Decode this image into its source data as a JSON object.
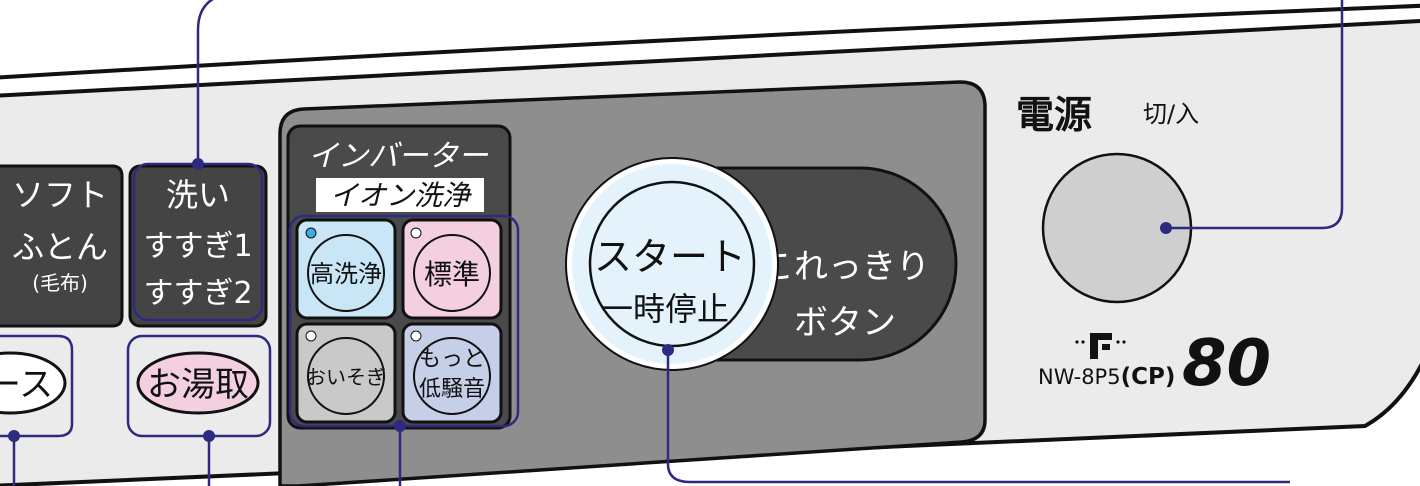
{
  "panel": {
    "soft_futon": {
      "line1": "ソフト",
      "line2": "ふとん",
      "line3": "(毛布)"
    },
    "wash_rinse": {
      "line1": "洗い",
      "line2": "すすぎ1",
      "line3": "すすぎ2"
    },
    "course_button_label": "ース",
    "bath_water_button_label": "お湯取"
  },
  "inverter_box": {
    "title": "インバーター",
    "subtitle": "イオン洗浄",
    "buttons": {
      "high_wash": "高洗浄",
      "standard": "標準",
      "quick_line1": "おいそぎ",
      "quiet_line1": "もっと",
      "quiet_line2": "低騒音"
    }
  },
  "start_area": {
    "start_line1": "スタート",
    "start_line2": "一時停止",
    "korekkiri_line1": "これっきり",
    "korekkiri_line2": "ボタン"
  },
  "power": {
    "label": "電源",
    "sub_label": "切/入"
  },
  "model": {
    "model_number": "NW-8P5",
    "variant": "(CP)",
    "capacity": "80"
  },
  "colors": {
    "leader_line": "#2e2a80",
    "panel_gray": "#ebebeb",
    "dark_panel": "#8e8e8e",
    "inverter_box": "#4a4a4a",
    "high_wash_blue": "#c8e6f6",
    "standard_pink": "#f4cfe0",
    "quick_gray": "#c9c9c9",
    "quiet_lavender": "#c6cfe8",
    "start_button": "#e4f3fb",
    "bath_pink": "#f4cfe0",
    "led_blue": "#3fa9e0"
  },
  "icons": {
    "brand_logo": "fujitsu-style-logo-icon"
  }
}
